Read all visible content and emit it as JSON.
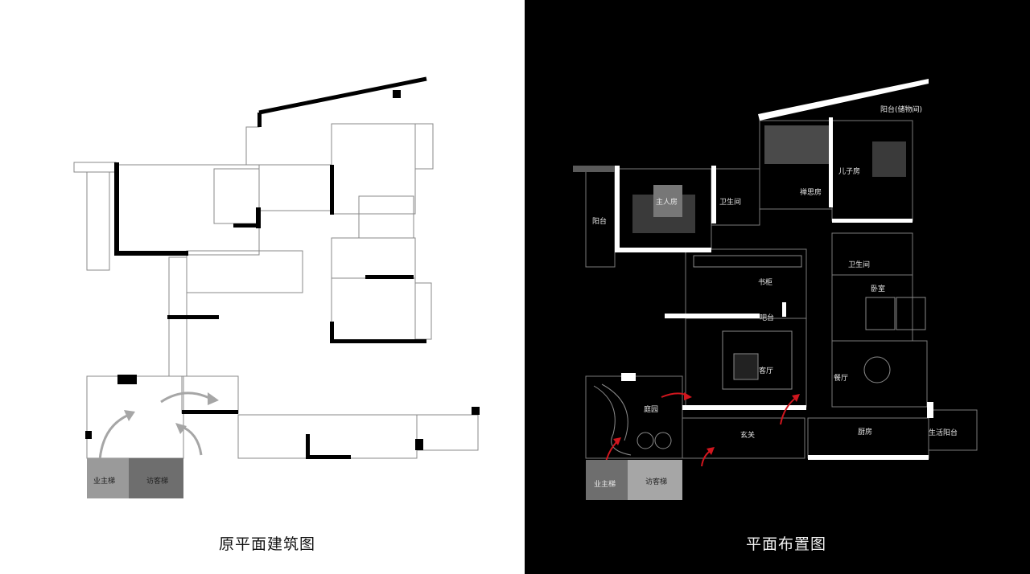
{
  "left_plan": {
    "caption": "原平面建筑图",
    "elevators": [
      "业主梯",
      "访客梯"
    ]
  },
  "right_plan": {
    "caption": "平面布置图",
    "elevators": [
      "业主梯",
      "访客梯"
    ],
    "rooms": {
      "balcony_storage": "阳台(储物间)",
      "son_room": "儿子房",
      "master_room": "主人房",
      "bathroom_1": "卫生间",
      "zen_room": "禅思房",
      "balcony": "阳台",
      "bathroom_2": "卫生间",
      "bookcase": "书柜",
      "bedroom": "卧室",
      "bar": "吧台",
      "living_room": "客厅",
      "dining_room": "餐厅",
      "courtyard": "庭园",
      "entrance": "玄关",
      "kitchen": "厨房",
      "utility_balcony": "生活阳台"
    }
  },
  "colors": {
    "arrow_red": "#d0161e",
    "arrow_grey": "#a6a6a6"
  }
}
